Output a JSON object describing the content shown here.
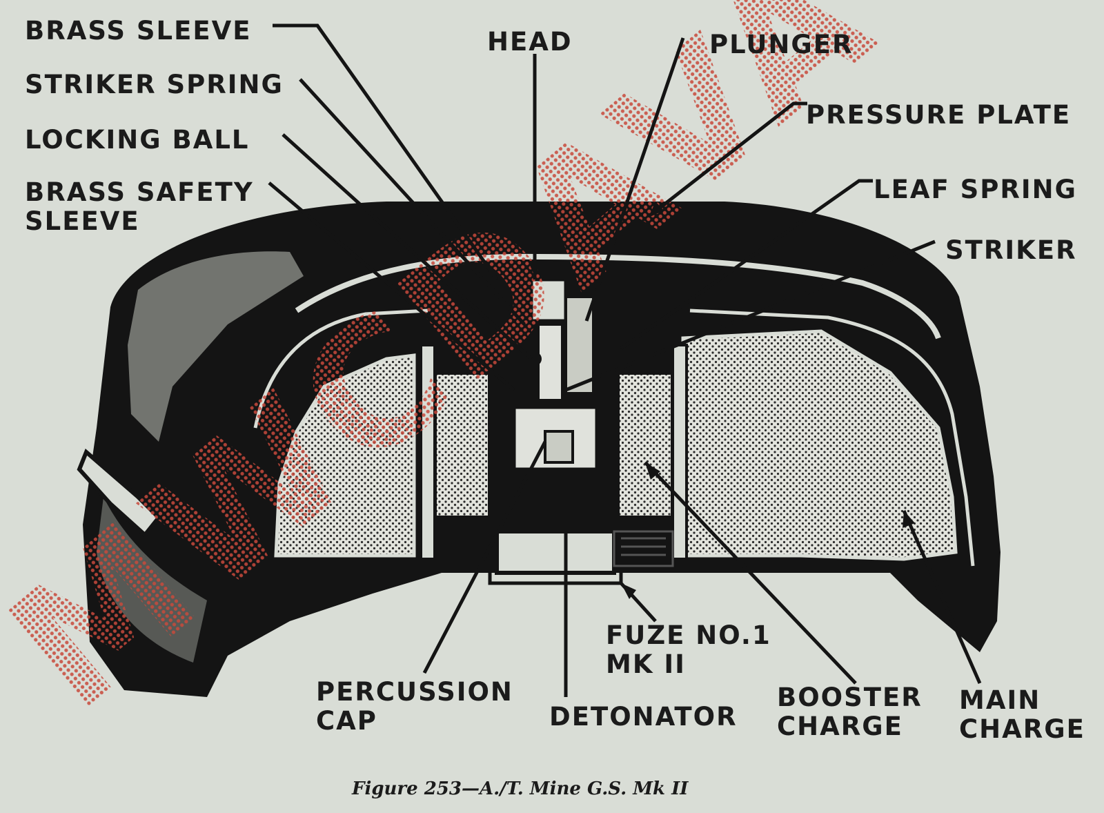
{
  "labels": {
    "brass_sleeve": "BRASS SLEEVE",
    "striker_spring": "STRIKER SPRING",
    "locking_ball": "LOCKING BALL",
    "brass_safety_sleeve_1": "BRASS SAFETY",
    "brass_safety_sleeve_2": "SLEEVE",
    "head": "HEAD",
    "plunger": "PLUNGER",
    "pressure_plate": "PRESSURE PLATE",
    "leaf_spring": "LEAF SPRING",
    "striker": "STRIKER",
    "fuze_1": "FUZE NO.1",
    "fuze_2": "MK II",
    "percussion_cap_1": "PERCUSSION",
    "percussion_cap_2": "CAP",
    "detonator": "DETONATOR",
    "booster_charge_1": "BOOSTER",
    "booster_charge_2": "CHARGE",
    "main_charge_1": "MAIN",
    "main_charge_2": "CHARGE"
  },
  "caption": "Figure 253—A./T. Mine G.S. Mk II",
  "watermark": "MWCDAVA",
  "colors": {
    "paper": "#d9ddd6",
    "ink": "#1b1b1b",
    "watermark": "#c84a3c"
  }
}
